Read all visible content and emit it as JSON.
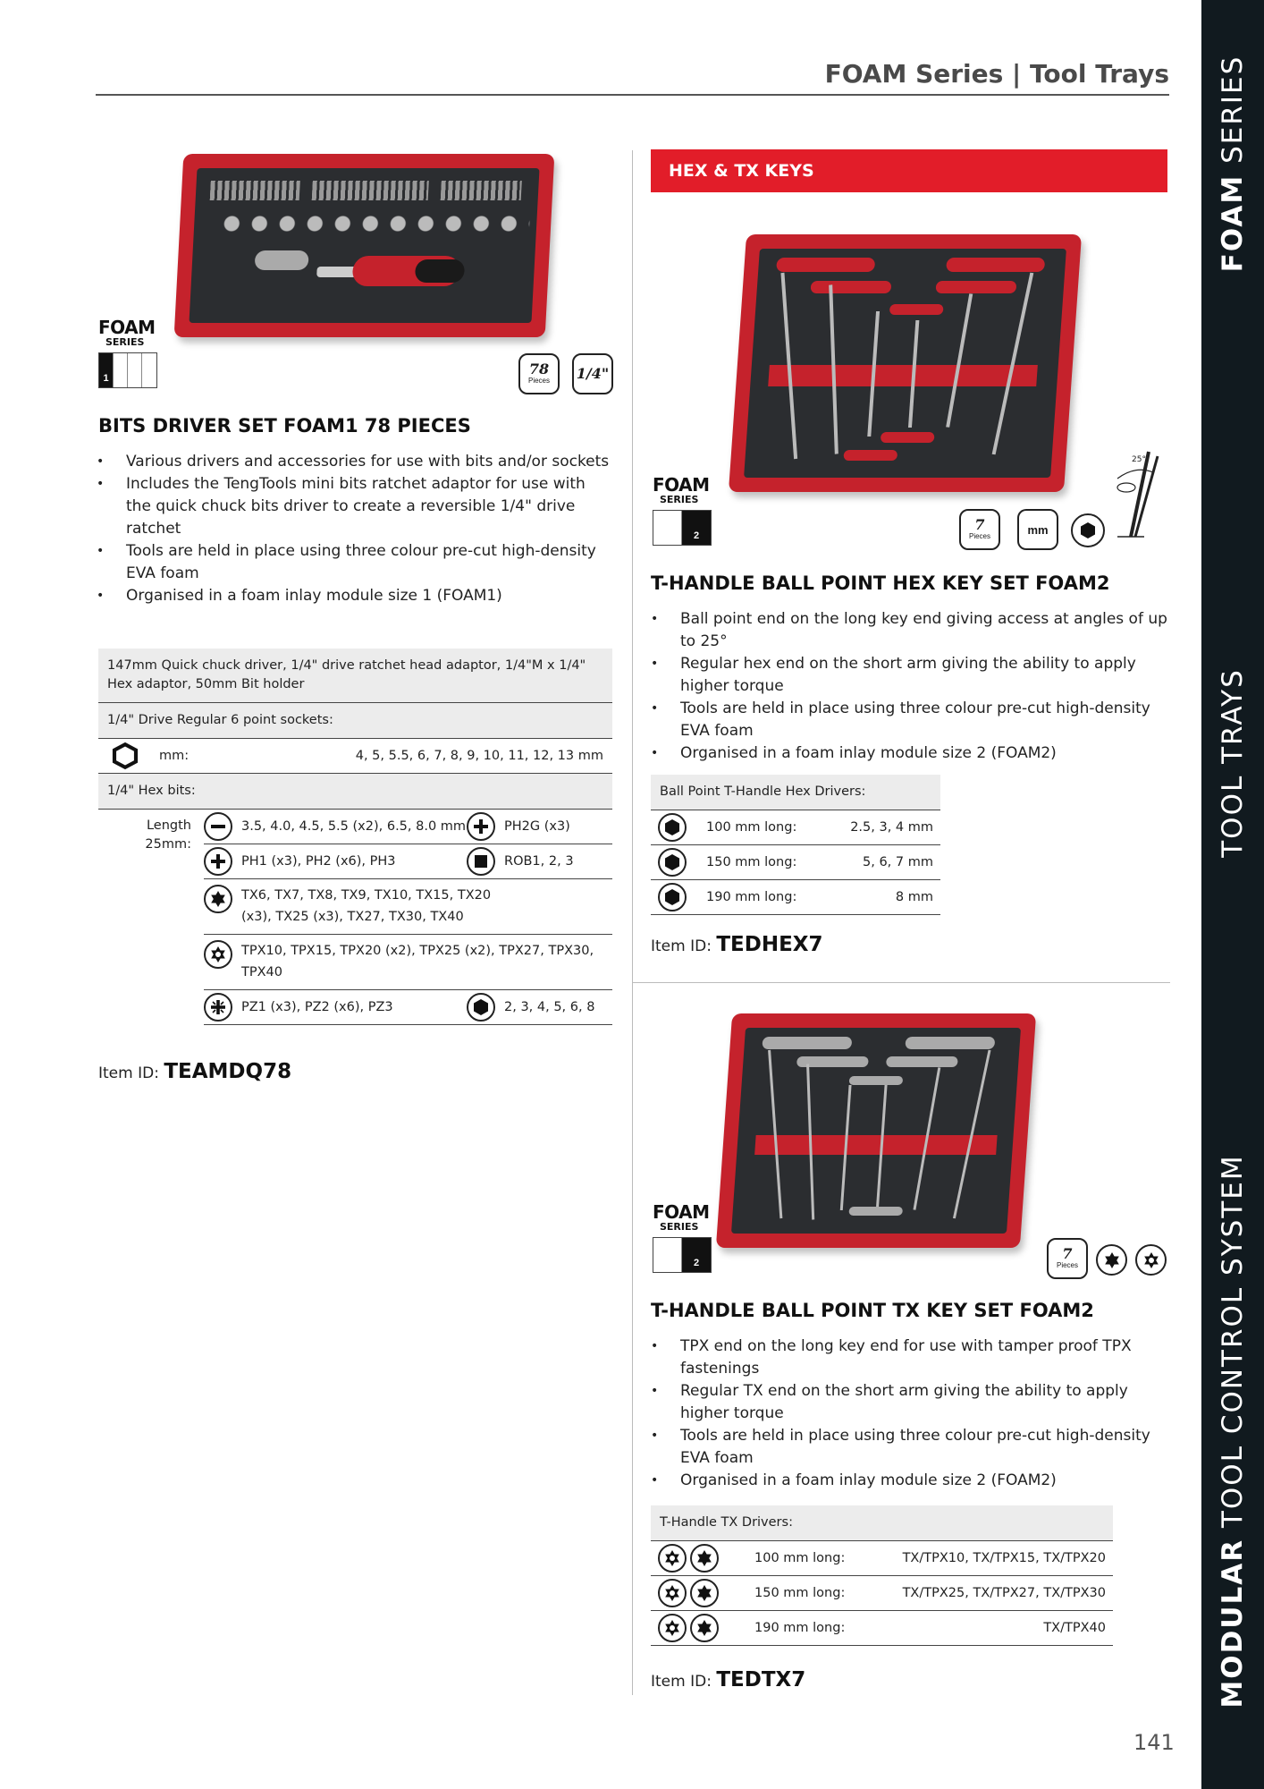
{
  "header": {
    "title": "FOAM Series | Tool Trays"
  },
  "side_band": {
    "top_bold": "FOAM",
    "top_light": " SERIES",
    "middle": "TOOL TRAYS",
    "bottom_bold": "MODULAR",
    "bottom_light": " TOOL CONTROL SYSTEM"
  },
  "colors": {
    "accent_red": "#e21d29",
    "side_band": "#111a1f"
  },
  "badge": {
    "foam": "FOAM",
    "series": "SERIES"
  },
  "product1": {
    "module": "1",
    "pieces": "78",
    "pieces_label": "Pieces",
    "drive": "1/4\"",
    "title": "BITS DRIVER SET FOAM1 78 PIECES",
    "bullets": [
      "Various drivers and accessories for use with bits and/or sockets",
      "Includes the TengTools mini bits ratchet adaptor for use with the quick chuck bits driver to create a reversible 1/4\" drive ratchet",
      "Tools are held in place using three colour pre-cut high-density EVA foam",
      "Organised in a foam inlay module size 1 (FOAM1)"
    ],
    "table": {
      "row1": "147mm Quick chuck driver, 1/4\" drive ratchet head adaptor, 1/4\"M x 1/4\" Hex adaptor, 50mm Bit holder",
      "sockets_header": "1/4\" Drive Regular 6 point sockets:",
      "sockets_unit": "mm:",
      "sockets_values": "4, 5, 5.5, 6, 7, 8, 9, 10, 11, 12, 13 mm",
      "bits_header": "1/4\" Hex bits:",
      "length_label": "Length 25mm:",
      "slotted": "3.5, 4.0, 4.5, 5.5 (x2), 6.5, 8.0 mm",
      "ph2g": "PH2G (x3)",
      "phillips": "PH1 (x3), PH2 (x6), PH3",
      "robertson": "ROB1, 2, 3",
      "torx": "TX6, TX7, TX8, TX9, TX10, TX15, TX20 (x3), TX25 (x3), TX27, TX30, TX40",
      "tpx": "TPX10, TPX15, TPX20 (x2), TPX25 (x2), TPX27, TPX30, TPX40",
      "pozi": "PZ1 (x3), PZ2 (x6), PZ3",
      "hex": "2, 3, 4, 5, 6, 8"
    },
    "item_id_label": "Item ID:",
    "item_id": "TEAMDQ78"
  },
  "hex_section": {
    "heading": "HEX & TX KEYS"
  },
  "product2": {
    "module": "2",
    "pieces": "7",
    "pieces_label": "Pieces",
    "unit": "mm",
    "angle": "25°",
    "title": "T-HANDLE BALL POINT HEX KEY SET FOAM2",
    "bullets": [
      "Ball point end on the long key end giving access at angles of up to 25°",
      "Regular hex end on the short arm giving the ability to apply higher torque",
      "Tools are held in place using three colour pre-cut high-density EVA foam",
      "Organised in a foam inlay module size 2 (FOAM2)"
    ],
    "table": {
      "header": "Ball Point T-Handle Hex Drivers:",
      "rows": [
        {
          "length": "100 mm long:",
          "sizes": "2.5, 3, 4 mm"
        },
        {
          "length": "150 mm long:",
          "sizes": "5, 6, 7 mm"
        },
        {
          "length": "190 mm long:",
          "sizes": "8 mm"
        }
      ]
    },
    "item_id_label": "Item ID:",
    "item_id": "TEDHEX7"
  },
  "product3": {
    "module": "2",
    "pieces": "7",
    "pieces_label": "Pieces",
    "title": "T-HANDLE BALL POINT TX KEY SET FOAM2",
    "bullets": [
      "TPX end on the long key end for use with tamper proof TPX fastenings",
      "Regular TX end on the short arm giving the ability to apply higher torque",
      "Tools are held in place using three colour pre-cut high-density EVA foam",
      "Organised in a foam inlay module size 2 (FOAM2)"
    ],
    "table": {
      "header": "T-Handle TX Drivers:",
      "rows": [
        {
          "length": "100 mm long:",
          "sizes": "TX/TPX10, TX/TPX15, TX/TPX20"
        },
        {
          "length": "150 mm long:",
          "sizes": "TX/TPX25, TX/TPX27, TX/TPX30"
        },
        {
          "length": "190 mm long:",
          "sizes": "TX/TPX40"
        }
      ]
    },
    "item_id_label": "Item ID:",
    "item_id": "TEDTX7"
  },
  "page_number": "141"
}
